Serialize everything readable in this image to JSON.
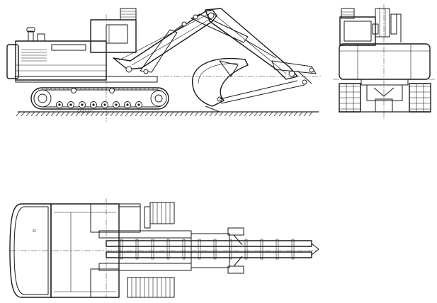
{
  "drawing": {
    "subject": "excavator",
    "views": [
      {
        "id": "side",
        "orientation": "left-elevation"
      },
      {
        "id": "front",
        "orientation": "front-elevation"
      },
      {
        "id": "top",
        "orientation": "plan"
      }
    ],
    "line_color": "#1a1a1a",
    "background": "#ffffff",
    "hatch_text_glyph": "//////"
  }
}
